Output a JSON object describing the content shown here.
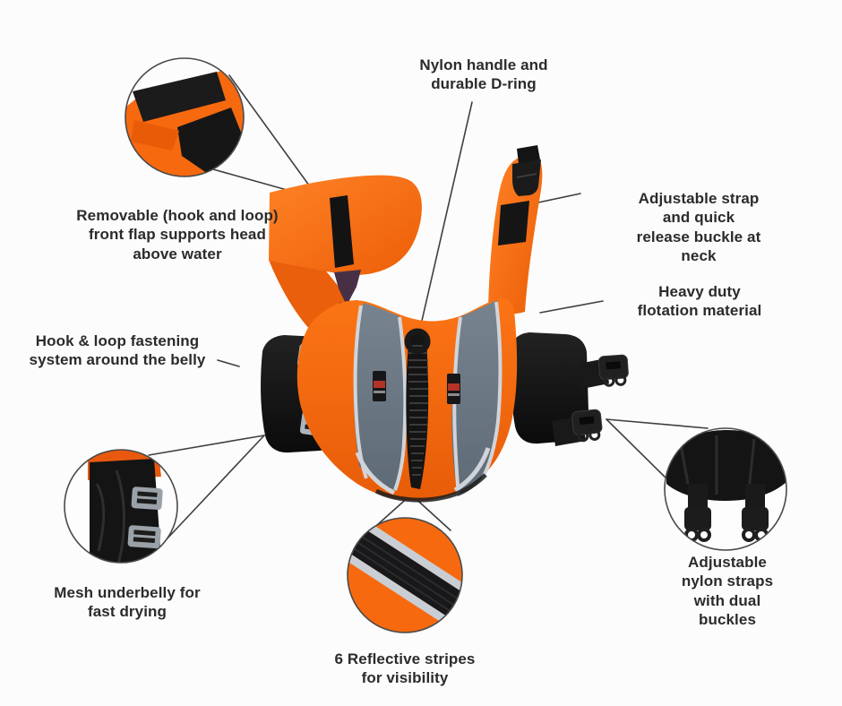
{
  "diagram_title": "Dog life jacket feature diagram",
  "product": "Orange dog flotation vest (life jacket)",
  "labels": {
    "nylon_handle": "Nylon handle and\ndurable D-ring",
    "removable_flap": "Removable (hook and loop)\nfront flap supports head\nabove water",
    "adjustable_neck": "Adjustable strap and quick\nrelease buckle at neck",
    "heavy_duty": "Heavy duty\nflotation material",
    "hook_loop": "Hook & loop fastening\nsystem around the belly",
    "mesh_underbelly": "Mesh underbelly for\nfast drying",
    "reflective_stripes": "6 Reflective stripes\nfor visibility",
    "nylon_straps": "Adjustable nylon straps\nwith dual buckles"
  },
  "callouts": [
    {
      "name": "velcro-flap-detail",
      "shows": "hook and loop strips on removable front flap"
    },
    {
      "name": "mesh-underbelly-detail",
      "shows": "black mesh belly panel with buckles"
    },
    {
      "name": "reflective-stripe-detail",
      "shows": "black stripe with silver reflective piping on orange fabric"
    },
    {
      "name": "dual-buckle-detail",
      "shows": "black panel with two adjustable nylon strap buckles"
    }
  ],
  "colors": {
    "background": "#fcfcfc",
    "vest_orange": "#F7690F",
    "vest_orange_dark": "#E05A0C",
    "panel_slate": "#6E7B88",
    "reflective_silver": "#CDD3D9",
    "hardware_black": "#161616",
    "buckle_gray": "#AEB4BB",
    "logo_red": "#B23328",
    "text": "#2b2b2b",
    "leader_line": "#3f3f3f"
  }
}
